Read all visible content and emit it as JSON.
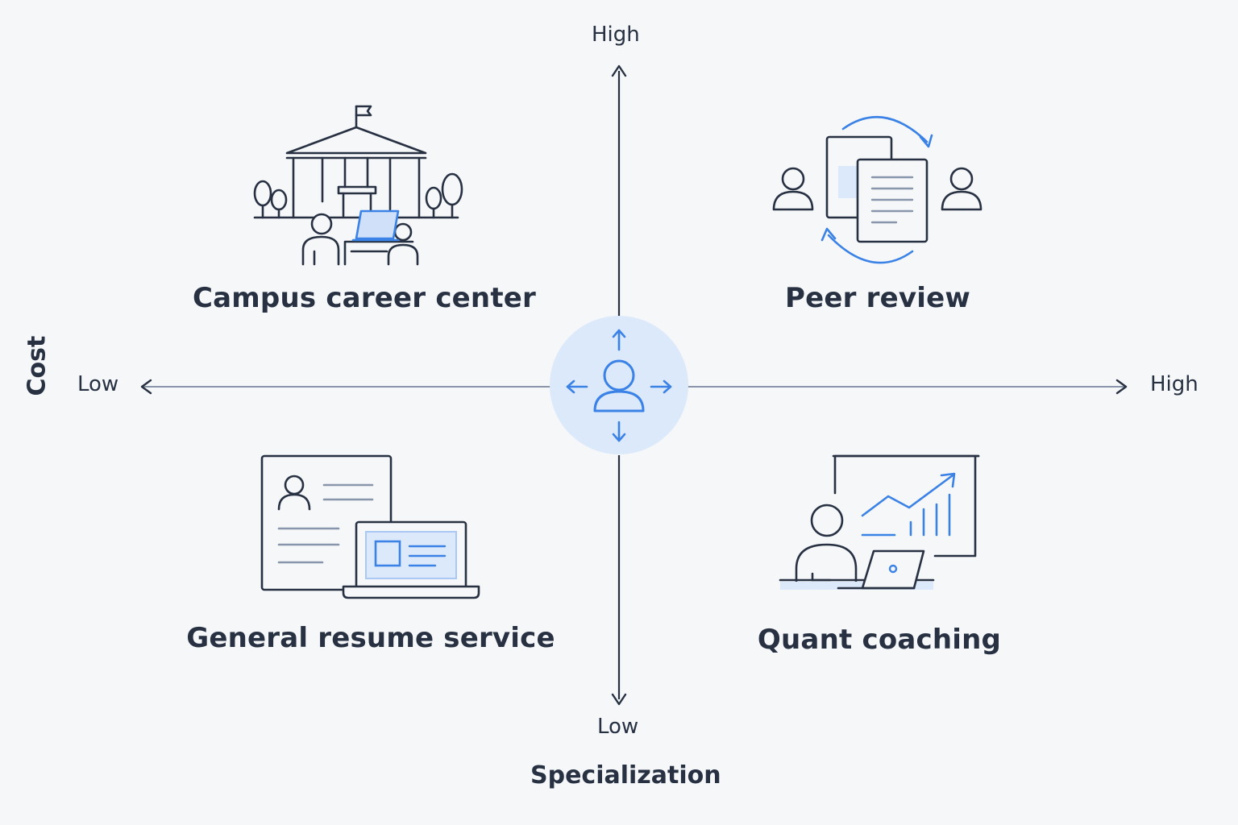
{
  "axes": {
    "vertical": {
      "name": "Cost",
      "high_label": "High",
      "low_label": "Low"
    },
    "horizontal": {
      "name": "Specialization",
      "high_label": "High",
      "low_label": "Low"
    }
  },
  "center": {
    "icon": "person-arrows-icon"
  },
  "quadrants": [
    {
      "id": "top-left",
      "label": "Campus career center",
      "icon": "campus-building-icon"
    },
    {
      "id": "top-right",
      "label": "Peer review",
      "icon": "peer-review-icon"
    },
    {
      "id": "bottom-left",
      "label": "General resume service",
      "icon": "resume-laptop-icon"
    },
    {
      "id": "bottom-right",
      "label": "Quant coaching",
      "icon": "coaching-chart-icon"
    }
  ],
  "colors": {
    "ink": "#273142",
    "accent": "#3b82e6",
    "accent_light": "#dce9fb",
    "axis": "#273142",
    "axis_light": "#8895aa",
    "background": "#f5f7f9"
  }
}
